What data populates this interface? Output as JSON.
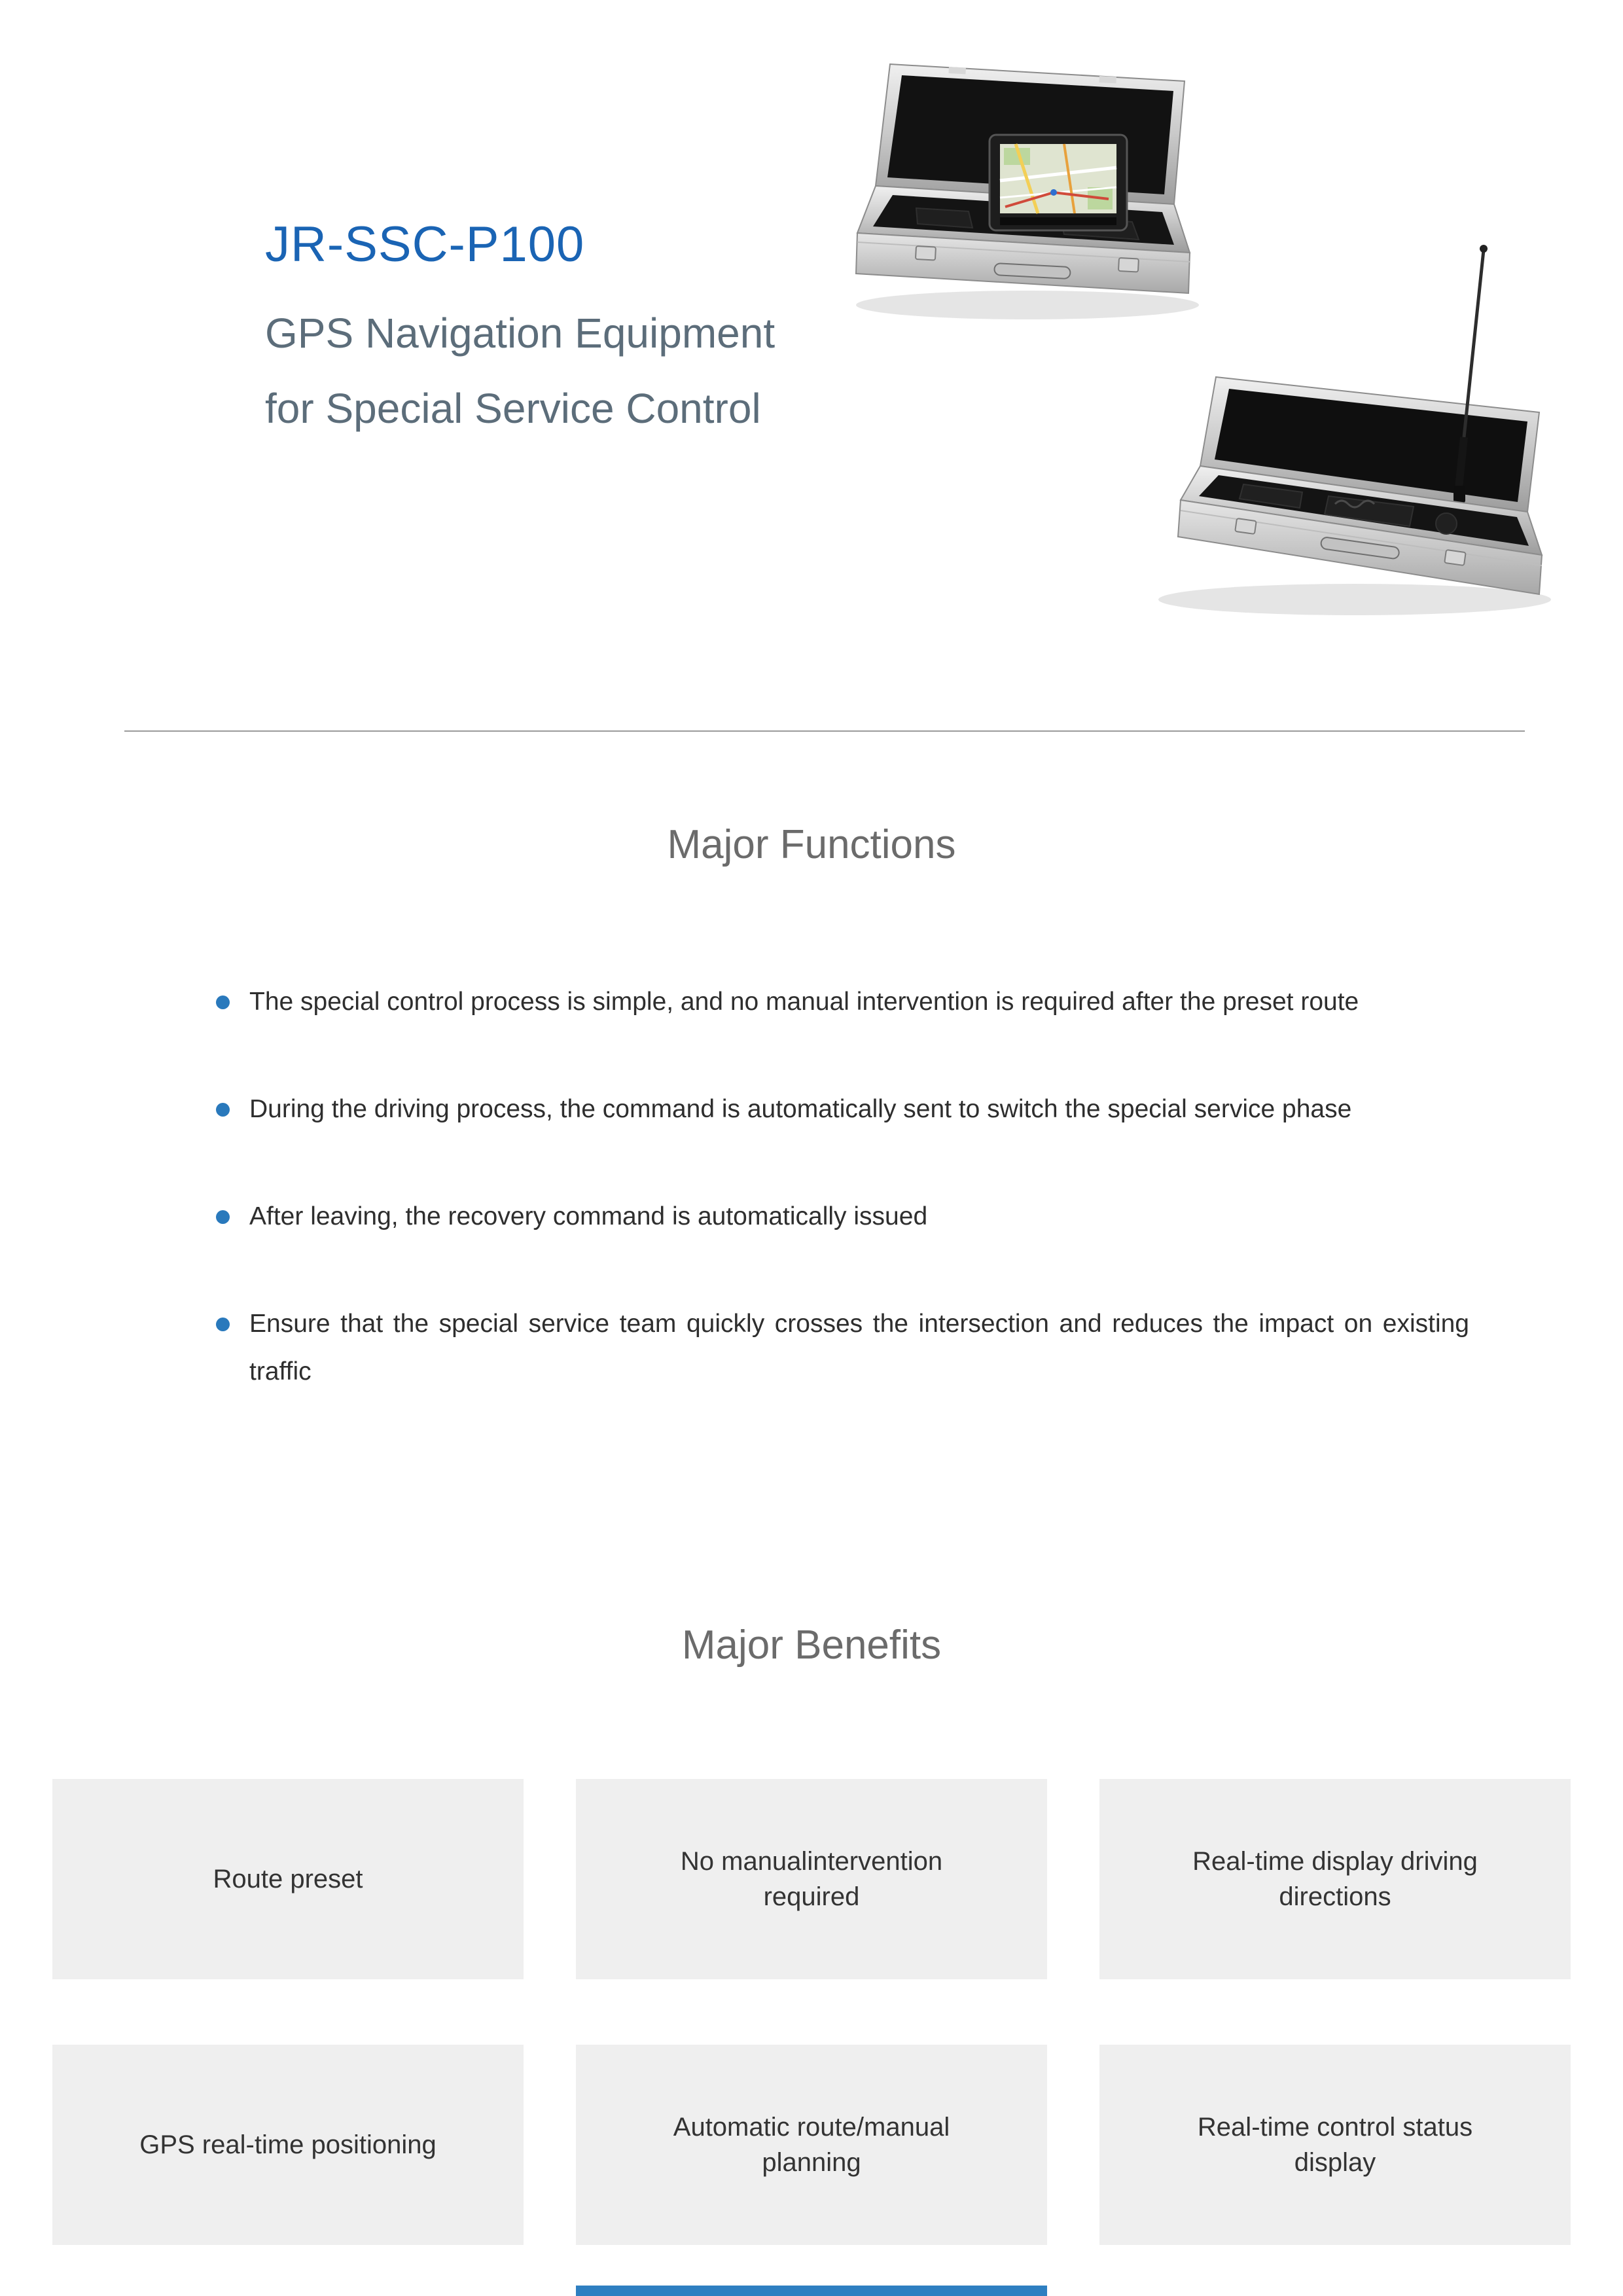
{
  "header": {
    "product_code": "JR-SSC-P100",
    "subtitle_line1": "GPS Navigation Equipment",
    "subtitle_line2": "for Special Service Control"
  },
  "product_photos": {
    "photo1": "open-aluminum-case-with-gps-navigator-screen",
    "photo2": "open-aluminum-case-with-long-antenna"
  },
  "functions": {
    "heading": "Major Functions",
    "items": [
      "The special control process is simple, and no manual intervention is required after the preset route",
      "During the driving process, the command is automatically sent to switch the special service phase",
      "After leaving, the recovery command is automatically issued",
      "Ensure that the special service team quickly crosses the intersection and reduces the impact on existing traffic"
    ]
  },
  "benefits": {
    "heading": "Major Benefits",
    "cards": [
      "Route preset",
      "No manualintervention required",
      "Real-time display driving directions",
      "GPS real-time positioning",
      "Automatic route/manual planning",
      "Real-time control status display"
    ]
  },
  "colors": {
    "accent_blue": "#1a64b4",
    "subtitle_gray": "#5c6d7a",
    "heading_gray": "#6b6b6b",
    "bullet_blue": "#2979bc",
    "body_text": "#2e2e2e",
    "card_background": "#efefef",
    "bottom_bar_blue": "#2e7fc1",
    "divider_gray": "#9b9b9b"
  }
}
